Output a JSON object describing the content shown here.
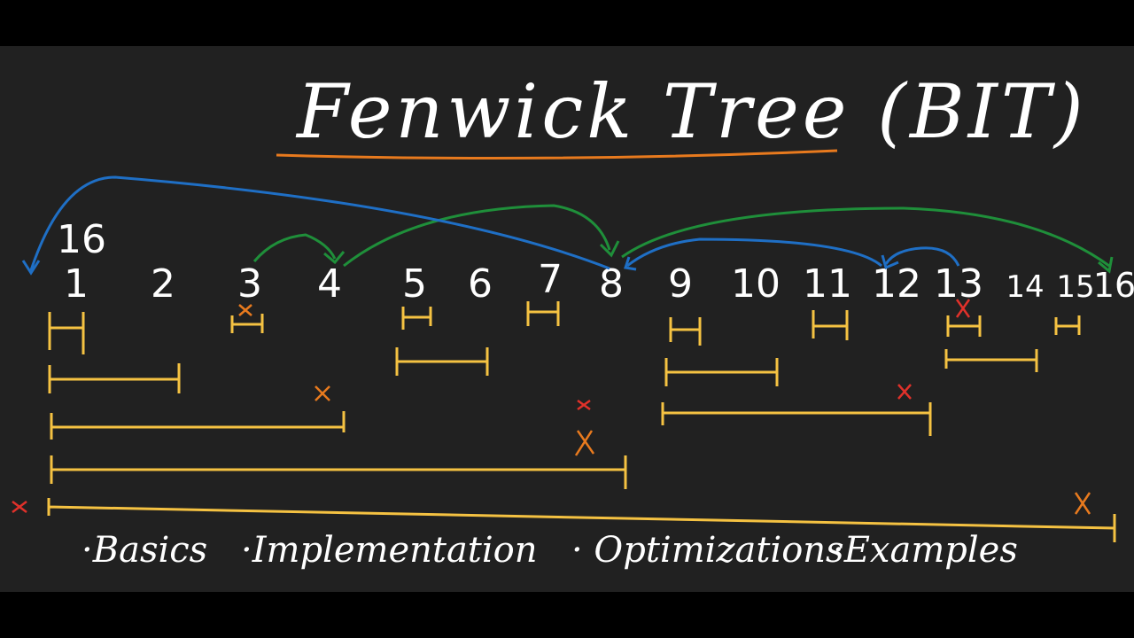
{
  "title": "Fenwick Tree (BIT)",
  "label_16": "16",
  "indices": [
    "1",
    "2",
    "3",
    "4",
    "5",
    "6",
    "7",
    "8",
    "9",
    "10",
    "11",
    "12",
    "13",
    "14",
    "15",
    "16"
  ],
  "topics": [
    "·Basics",
    "·Implementation",
    "· Optimizations",
    "·Examples"
  ],
  "colors": {
    "background": "#212121",
    "text": "#ffffff",
    "range": "#f5c242",
    "update_arrow": "#1f8f3a",
    "query_arrow": "#1f6fc5",
    "underline": "#e87a1e",
    "cross_orange": "#e87a1e",
    "cross_red": "#e0312a"
  }
}
